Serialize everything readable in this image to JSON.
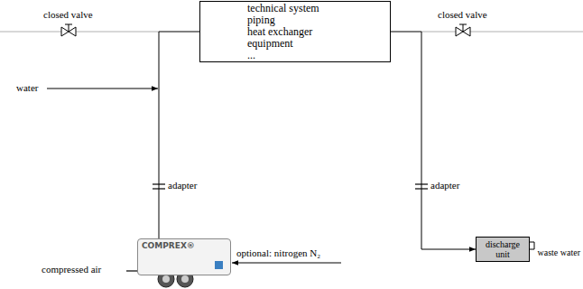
{
  "diagram": {
    "nodes": [
      {
        "text": [
          "technical system",
          "piping",
          "heat exchanger",
          "equipment",
          "..."
        ]
      },
      {
        "text": [
          "COMPREX®"
        ]
      },
      {
        "text": [
          "discharge unit"
        ]
      }
    ],
    "edges": [
      {
        "from": 1,
        "to": 0,
        "arrow": "none"
      },
      {
        "from": 0,
        "to": 2,
        "arrow": "to"
      }
    ],
    "labels": [
      "closed valve",
      "closed valve",
      "water",
      "adapter",
      "adapter",
      "optional: nitrogen N₂",
      "compressed air",
      "waste water"
    ]
  }
}
